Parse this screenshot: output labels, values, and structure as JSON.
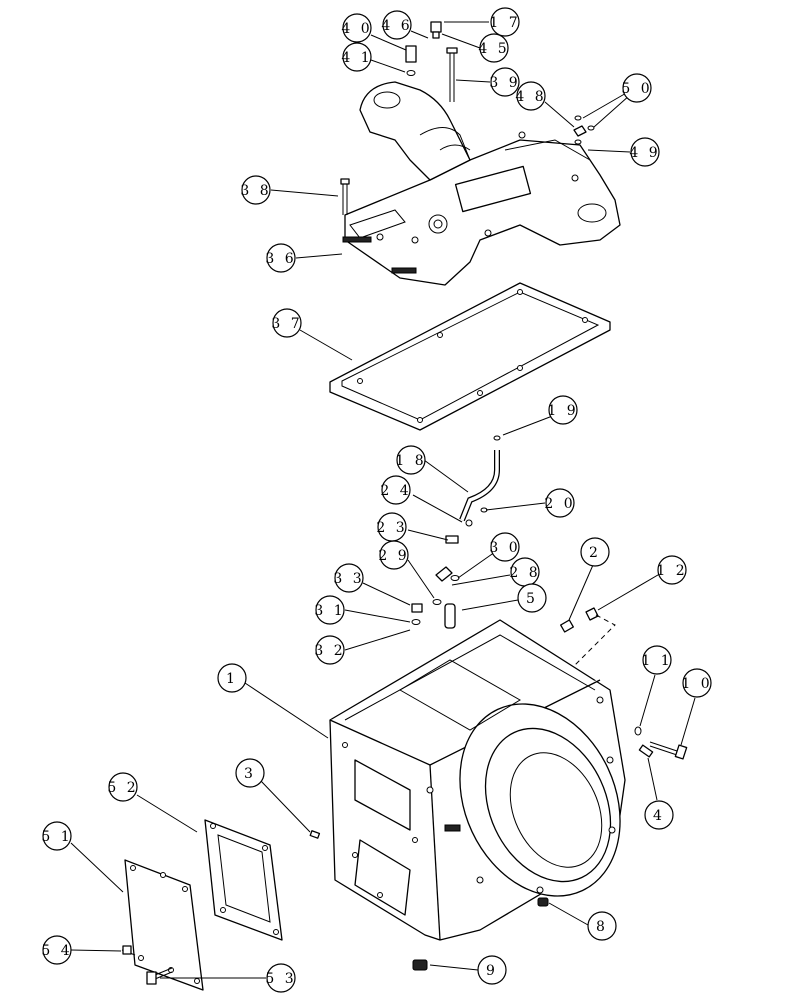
{
  "figure": {
    "background": "#ffffff",
    "line_color": "#000000"
  },
  "callouts": [
    {
      "id": "c40",
      "label": "4 0"
    },
    {
      "id": "c46",
      "label": "4 6"
    },
    {
      "id": "c17",
      "label": "1 7"
    },
    {
      "id": "c41",
      "label": "4 1"
    },
    {
      "id": "c45",
      "label": "4 5"
    },
    {
      "id": "c39",
      "label": "3 9"
    },
    {
      "id": "c48",
      "label": "4 8"
    },
    {
      "id": "c50",
      "label": "5 0"
    },
    {
      "id": "c49",
      "label": "4 9"
    },
    {
      "id": "c38",
      "label": "3 8"
    },
    {
      "id": "c36",
      "label": "3 6"
    },
    {
      "id": "c37",
      "label": "3 7"
    },
    {
      "id": "c19",
      "label": "1 9"
    },
    {
      "id": "c18",
      "label": "1 8"
    },
    {
      "id": "c24",
      "label": "2 4"
    },
    {
      "id": "c20",
      "label": "2 0"
    },
    {
      "id": "c23",
      "label": "2 3"
    },
    {
      "id": "c30",
      "label": "3 0"
    },
    {
      "id": "c29",
      "label": "2 9"
    },
    {
      "id": "c28",
      "label": "2 8"
    },
    {
      "id": "c2",
      "label": "2"
    },
    {
      "id": "c12",
      "label": "1 2"
    },
    {
      "id": "c33",
      "label": "3 3"
    },
    {
      "id": "c31",
      "label": "3 1"
    },
    {
      "id": "c5",
      "label": "5"
    },
    {
      "id": "c32",
      "label": "3 2"
    },
    {
      "id": "c1",
      "label": "1"
    },
    {
      "id": "c11",
      "label": "1 1"
    },
    {
      "id": "c10",
      "label": "1 0"
    },
    {
      "id": "c3",
      "label": "3"
    },
    {
      "id": "c52",
      "label": "5 2"
    },
    {
      "id": "c4",
      "label": "4"
    },
    {
      "id": "c51",
      "label": "5 1"
    },
    {
      "id": "c8",
      "label": "8"
    },
    {
      "id": "c54",
      "label": "5 4"
    },
    {
      "id": "c9",
      "label": "9"
    },
    {
      "id": "c53",
      "label": "5 3"
    }
  ]
}
